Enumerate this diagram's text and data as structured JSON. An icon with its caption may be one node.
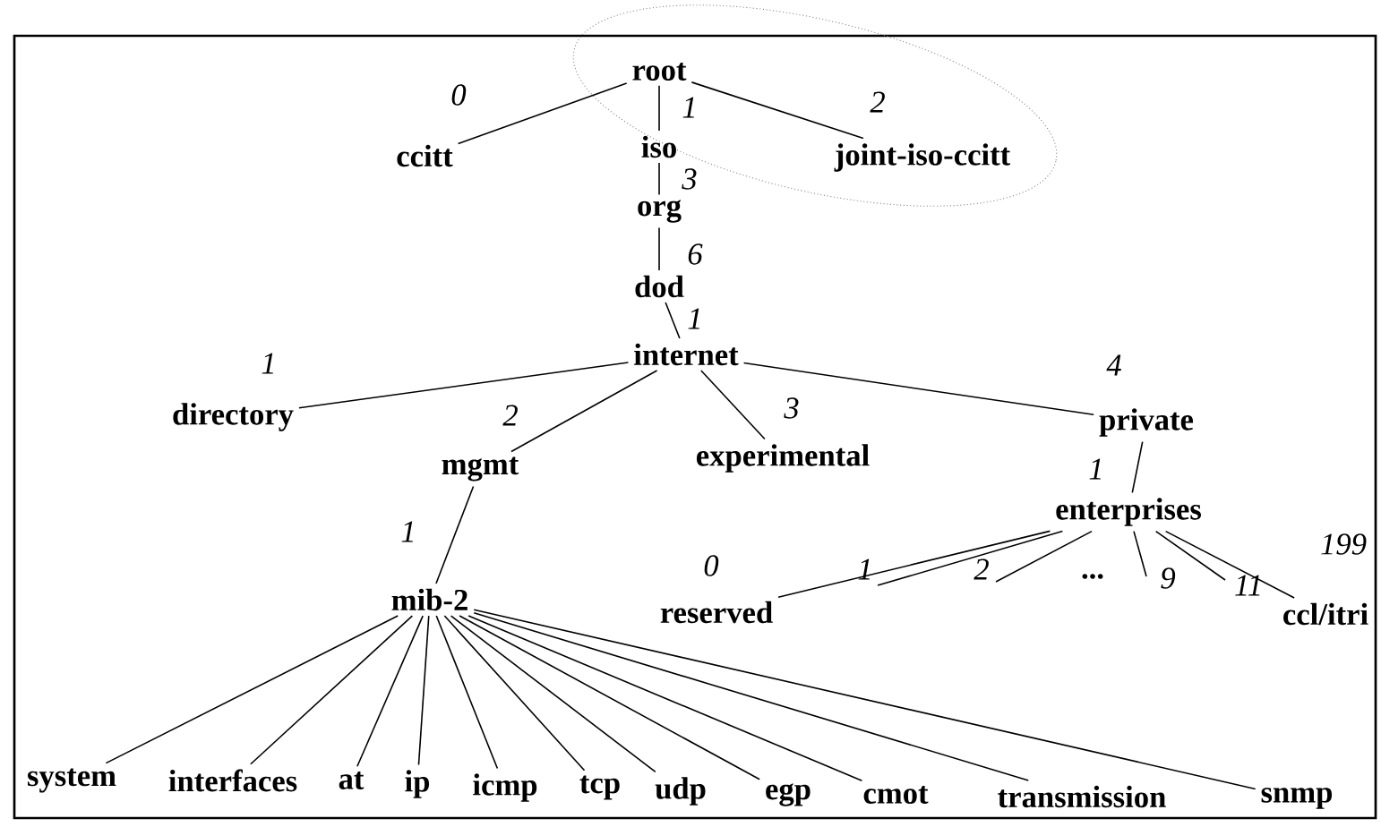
{
  "diagram": {
    "nodes": [
      {
        "text": [
          "root"
        ]
      },
      {
        "text": [
          "ccitt"
        ]
      },
      {
        "text": [
          "iso"
        ]
      },
      {
        "text": [
          "joint-iso-ccitt"
        ]
      },
      {
        "text": [
          "org"
        ]
      },
      {
        "text": [
          "dod"
        ]
      },
      {
        "text": [
          "internet"
        ]
      },
      {
        "text": [
          "directory"
        ]
      },
      {
        "text": [
          "mgmt"
        ]
      },
      {
        "text": [
          "experimental"
        ]
      },
      {
        "text": [
          "private"
        ]
      },
      {
        "text": [
          "enterprises"
        ]
      },
      {
        "text": [
          "mib-2"
        ]
      },
      {
        "text": [
          "reserved"
        ]
      },
      {
        "text": [
          "ccl/itri"
        ]
      },
      {
        "text": [
          "system"
        ]
      },
      {
        "text": [
          "interfaces"
        ]
      },
      {
        "text": [
          "at"
        ]
      },
      {
        "text": [
          "ip"
        ]
      },
      {
        "text": [
          "icmp"
        ]
      },
      {
        "text": [
          "tcp"
        ]
      },
      {
        "text": [
          "udp"
        ]
      },
      {
        "text": [
          "egp"
        ]
      },
      {
        "text": [
          "cmot"
        ]
      },
      {
        "text": [
          "transmission"
        ]
      },
      {
        "text": [
          "snmp"
        ]
      }
    ],
    "edges": [
      {
        "from": 0,
        "to": 1,
        "arrow": "none",
        "label": "0"
      },
      {
        "from": 0,
        "to": 2,
        "arrow": "none",
        "label": "1"
      },
      {
        "from": 0,
        "to": 3,
        "arrow": "none",
        "label": "2"
      },
      {
        "from": 2,
        "to": 4,
        "arrow": "none",
        "label": "3"
      },
      {
        "from": 4,
        "to": 5,
        "arrow": "none",
        "label": "6"
      },
      {
        "from": 5,
        "to": 6,
        "arrow": "none",
        "label": "1"
      },
      {
        "from": 6,
        "to": 7,
        "arrow": "none",
        "label": "1"
      },
      {
        "from": 6,
        "to": 8,
        "arrow": "none",
        "label": "2"
      },
      {
        "from": 6,
        "to": 9,
        "arrow": "none",
        "label": "3"
      },
      {
        "from": 6,
        "to": 10,
        "arrow": "none",
        "label": "4"
      },
      {
        "from": 10,
        "to": 11,
        "arrow": "none",
        "label": "1"
      },
      {
        "from": 8,
        "to": 12,
        "arrow": "none",
        "label": "1"
      },
      {
        "from": 11,
        "to": 13,
        "arrow": "none",
        "label": "0"
      },
      {
        "from": 11,
        "to": null,
        "arrow": "none",
        "label": "1"
      },
      {
        "from": 11,
        "to": null,
        "arrow": "none",
        "label": "2"
      },
      {
        "from": 11,
        "to": null,
        "arrow": "none",
        "label": "9"
      },
      {
        "from": 11,
        "to": null,
        "arrow": "none",
        "label": "11"
      },
      {
        "from": 11,
        "to": 14,
        "arrow": "none",
        "label": "199"
      },
      {
        "from": 12,
        "to": 15,
        "arrow": "none"
      },
      {
        "from": 12,
        "to": 16,
        "arrow": "none"
      },
      {
        "from": 12,
        "to": 17,
        "arrow": "none"
      },
      {
        "from": 12,
        "to": 18,
        "arrow": "none"
      },
      {
        "from": 12,
        "to": 19,
        "arrow": "none"
      },
      {
        "from": 12,
        "to": 20,
        "arrow": "none"
      },
      {
        "from": 12,
        "to": 21,
        "arrow": "none"
      },
      {
        "from": 12,
        "to": 22,
        "arrow": "none"
      },
      {
        "from": 12,
        "to": 23,
        "arrow": "none"
      },
      {
        "from": 12,
        "to": 24,
        "arrow": "none"
      },
      {
        "from": 12,
        "to": 25,
        "arrow": "none"
      }
    ],
    "labels": [
      "..."
    ]
  }
}
